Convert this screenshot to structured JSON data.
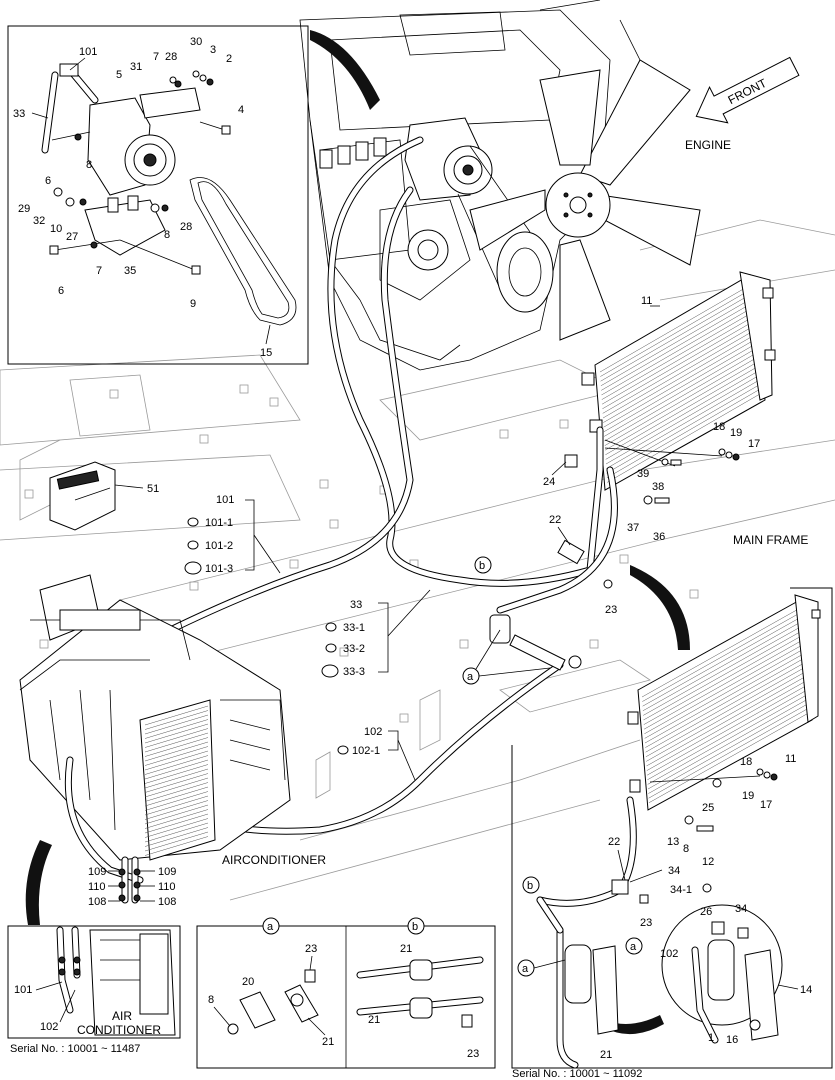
{
  "labels": {
    "front": "FRONT",
    "engine": "ENGINE",
    "main_frame": "MAIN FRAME",
    "airconditioner": "AIRCONDITIONER",
    "air_conditioner_line1": "AIR",
    "air_conditioner_line2": "CONDITIONER"
  },
  "serials": {
    "left": "Serial No. : 10001 ~ 11487",
    "right": "Serial No. : 10001 ~ 11092"
  },
  "inset_compressor": {
    "callouts": [
      "101",
      "7",
      "28",
      "30",
      "3",
      "2",
      "5",
      "31",
      "33",
      "4",
      "8",
      "6",
      "29",
      "32",
      "10",
      "27",
      "8",
      "28",
      "7",
      "35",
      "6",
      "9",
      "15"
    ]
  },
  "main_callouts": {
    "n11": "11",
    "n18": "18",
    "n19": "19",
    "n17": "17",
    "n39": "39",
    "n38": "38",
    "n24": "24",
    "n37": "37",
    "n36": "36",
    "n22": "22",
    "n23": "23",
    "b": "b",
    "a": "a",
    "n51": "51",
    "n101": "101",
    "n101_1": "101-1",
    "n101_2": "101-2",
    "n101_3": "101-3",
    "n33": "33",
    "n33_1": "33-1",
    "n33_2": "33-2",
    "n33_3": "33-3",
    "n102": "102",
    "n102_1": "102-1",
    "n109a": "109",
    "n110a": "110",
    "n108a": "108",
    "n109b": "109",
    "n110b": "110",
    "n108b": "108"
  },
  "inset_a": {
    "header": "a",
    "callouts": [
      "23",
      "20",
      "8",
      "21"
    ]
  },
  "inset_b": {
    "header": "b",
    "callouts": [
      "21",
      "21",
      "23"
    ]
  },
  "inset_aircon": {
    "callouts": [
      "101",
      "102"
    ]
  },
  "inset_right": {
    "callouts": [
      "11",
      "18",
      "19",
      "17",
      "25",
      "8",
      "12",
      "13",
      "22",
      "34",
      "34-1",
      "23",
      "21",
      "26",
      "34",
      "102",
      "14",
      "1",
      "16"
    ],
    "markers": [
      "b",
      "a",
      "a"
    ]
  }
}
